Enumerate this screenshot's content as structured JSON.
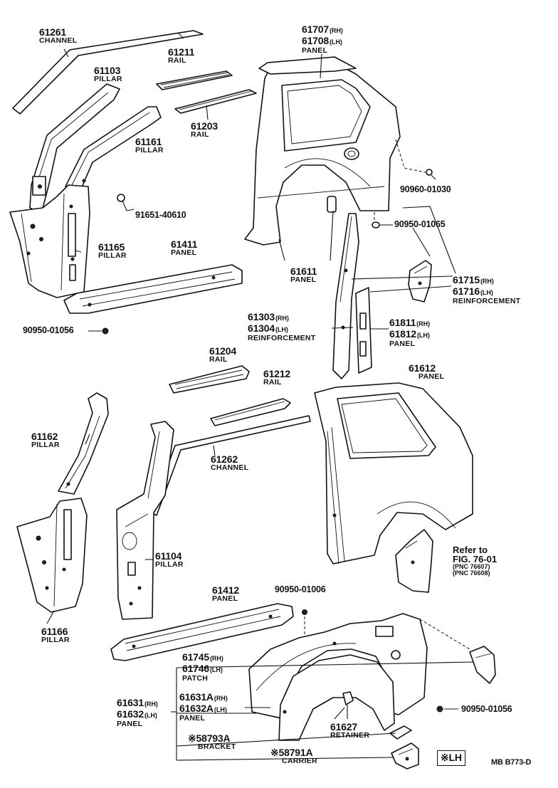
{
  "parts": {
    "p61261": {
      "num": "61261",
      "name": "CHANNEL"
    },
    "p61211": {
      "num": "61211",
      "name": "RAIL"
    },
    "p61103": {
      "num": "61103",
      "name": "PILLAR"
    },
    "p61707": {
      "num": "61707",
      "suffix": "(RH)"
    },
    "p61708": {
      "num": "61708",
      "suffix": "(LH)",
      "name": "PANEL"
    },
    "p61203": {
      "num": "61203",
      "name": "RAIL"
    },
    "p61161": {
      "num": "61161",
      "name": "PILLAR"
    },
    "p90960": {
      "num": "90960-01030"
    },
    "p91651": {
      "num": "91651-40610"
    },
    "p90950a": {
      "num": "90950-01065"
    },
    "p61165": {
      "num": "61165",
      "name": "PILLAR"
    },
    "p61411": {
      "num": "61411",
      "name": "PANEL"
    },
    "p61611": {
      "num": "61611",
      "name": "PANEL"
    },
    "p61715": {
      "num": "61715",
      "suffix": "(RH)"
    },
    "p61716": {
      "num": "61716",
      "suffix": "(LH)",
      "name": "REINFORCEMENT"
    },
    "p61303": {
      "num": "61303",
      "suffix": "(RH)"
    },
    "p61304": {
      "num": "61304",
      "suffix": "(LH)",
      "name": "REINFORCEMENT"
    },
    "p90950b": {
      "num": "90950-01056"
    },
    "p61811": {
      "num": "61811",
      "suffix": "(RH)"
    },
    "p61812": {
      "num": "61812",
      "suffix": "(LH)",
      "name": "PANEL"
    },
    "p61204": {
      "num": "61204",
      "name": "RAIL"
    },
    "p61212": {
      "num": "61212",
      "name": "RAIL"
    },
    "p61612": {
      "num": "61612",
      "name": "PANEL"
    },
    "p61162": {
      "num": "61162",
      "name": "PILLAR"
    },
    "p61262": {
      "num": "61262",
      "name": "CHANNEL"
    },
    "p61104": {
      "num": "61104",
      "name": "PILLAR"
    },
    "p61166": {
      "num": "61166",
      "name": "PILLAR"
    },
    "p61412": {
      "num": "61412",
      "name": "PANEL"
    },
    "p90950c": {
      "num": "90950-01006"
    },
    "p61745": {
      "num": "61745",
      "suffix": "(RH)"
    },
    "p61746": {
      "num": "61746",
      "suffix": "(LH)",
      "name": "PATCH"
    },
    "p61631": {
      "num": "61631",
      "suffix": "(RH)"
    },
    "p61632": {
      "num": "61632",
      "suffix": "(LH)",
      "name": "PANEL"
    },
    "p61631A": {
      "num": "61631A",
      "suffix": "(RH)"
    },
    "p61632A": {
      "num": "61632A",
      "suffix": "(LH)",
      "name": "PANEL"
    },
    "p61627": {
      "num": "61627",
      "name": "RETAINER"
    },
    "p90950d": {
      "num": "90950-01056"
    },
    "p58793A": {
      "num": "※58793A",
      "name": "BRACKET"
    },
    "p58791A": {
      "num": "※58791A",
      "name": "CARRIER"
    }
  },
  "reference": {
    "line1": "Refer to",
    "line2": "FIG. 76-01",
    "line3": "(PNC 76607)",
    "line4": "(PNC 76608)"
  },
  "legend": "※LH",
  "figure_code": "MB  B773-D"
}
